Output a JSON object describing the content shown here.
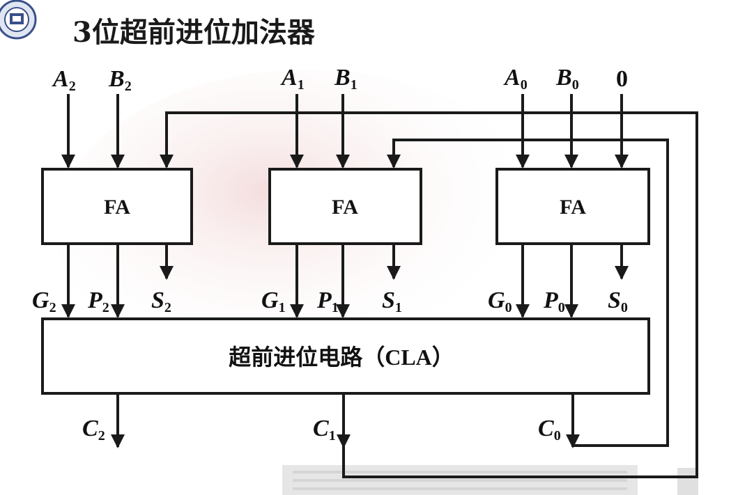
{
  "title": "3位超前进位加法器",
  "inputs": {
    "a2": "A",
    "a2_sub": "2",
    "b2": "B",
    "b2_sub": "2",
    "a1": "A",
    "a1_sub": "1",
    "b1": "B",
    "b1_sub": "1",
    "a0": "A",
    "a0_sub": "0",
    "b0": "B",
    "b0_sub": "0",
    "c_in": "0"
  },
  "adders": [
    {
      "label": "FA"
    },
    {
      "label": "FA"
    },
    {
      "label": "FA"
    }
  ],
  "adder_outputs": {
    "g2": "G",
    "g2_sub": "2",
    "p2": "P",
    "p2_sub": "2",
    "s2": "S",
    "s2_sub": "2",
    "g1": "G",
    "g1_sub": "1",
    "p1": "P",
    "p1_sub": "1",
    "s1": "S",
    "s1_sub": "1",
    "g0": "G",
    "g0_sub": "0",
    "p0": "P",
    "p0_sub": "0",
    "s0": "S",
    "s0_sub": "0"
  },
  "cla": {
    "label": "超前进位电路（CLA）"
  },
  "carries": {
    "c2": "C",
    "c2_sub": "2",
    "c1": "C",
    "c1_sub": "1",
    "c0": "C",
    "c0_sub": "0"
  },
  "colors": {
    "line": "#1a1a1a",
    "box_fill": "#ffffff",
    "watermark": "#e8c2c2"
  }
}
